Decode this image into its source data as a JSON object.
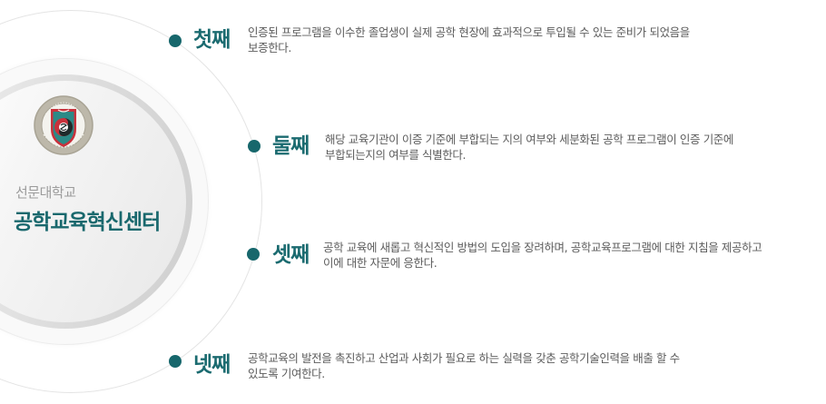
{
  "center": {
    "subtitle": "선문대학교",
    "title": "공학교육혁신센터",
    "logo_icon": "sun-moon-university-emblem",
    "logo_ring_text": "SUN MOON UNIVERSITY"
  },
  "colors": {
    "accent": "#17676c",
    "heading": "#1b6b70",
    "subtitle": "#9b9b9b",
    "body_text": "#5c5c5c"
  },
  "items": [
    {
      "heading": "첫째",
      "lines": [
        "인증된 프로그램을 이수한 졸업생이 실제 공학 현장에 효과적으로 투입될 수 있는 준비가 되었음을",
        "보증한다."
      ]
    },
    {
      "heading": "둘째",
      "lines": [
        "해당 교육기관이 이증 기준에 부합되는 지의 여부와 세분화된 공학 프로그램이 인증 기준에",
        "부합되는지의 여부를 식별한다."
      ]
    },
    {
      "heading": "셋째",
      "lines": [
        "공학 교육에 새롭고 혁신적인 방법의 도입을 장려하며, 공학교육프로그램에 대한 지침을 제공하고",
        "이에 대한 자문에 응한다."
      ]
    },
    {
      "heading": "넷째",
      "lines": [
        "공학교육의 발전을 촉진하고 산업과 사회가 필요로 하는 실력을 갖춘 공학기술인력을 배출 할 수",
        "있도록 기여한다."
      ]
    }
  ]
}
